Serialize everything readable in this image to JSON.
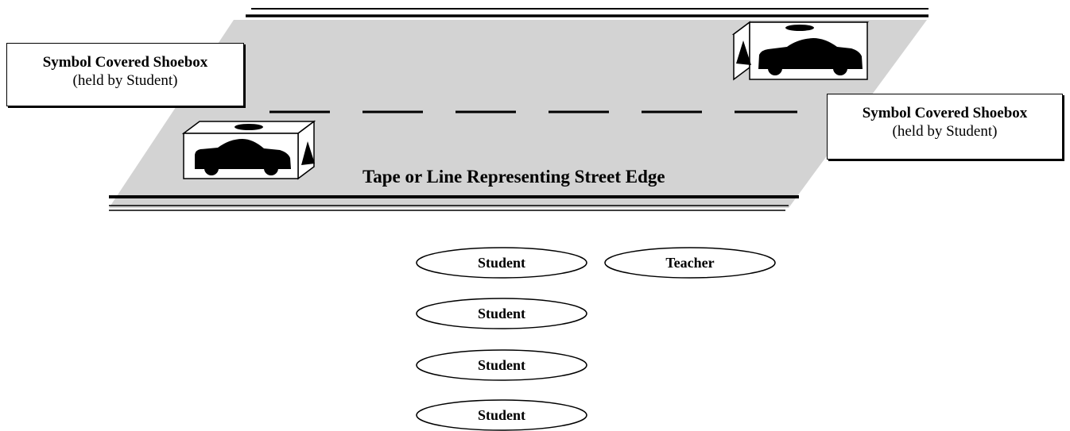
{
  "callouts": [
    {
      "title": "Symbol Covered Shoebox",
      "subtitle": "(held by Student)"
    },
    {
      "title": "Symbol Covered Shoebox",
      "subtitle": "(held by Student)"
    }
  ],
  "street_label": "Tape or Line Representing Street Edge",
  "people": {
    "student_1": "Student",
    "teacher": "Teacher",
    "student_2": "Student",
    "student_3": "Student",
    "student_4": "Student"
  },
  "colors": {
    "road": "#d3d3d3",
    "line": "#000000",
    "background": "#ffffff"
  },
  "icons": {
    "shoebox_symbols": [
      "car-icon",
      "triangle-icon",
      "oval-icon"
    ]
  }
}
